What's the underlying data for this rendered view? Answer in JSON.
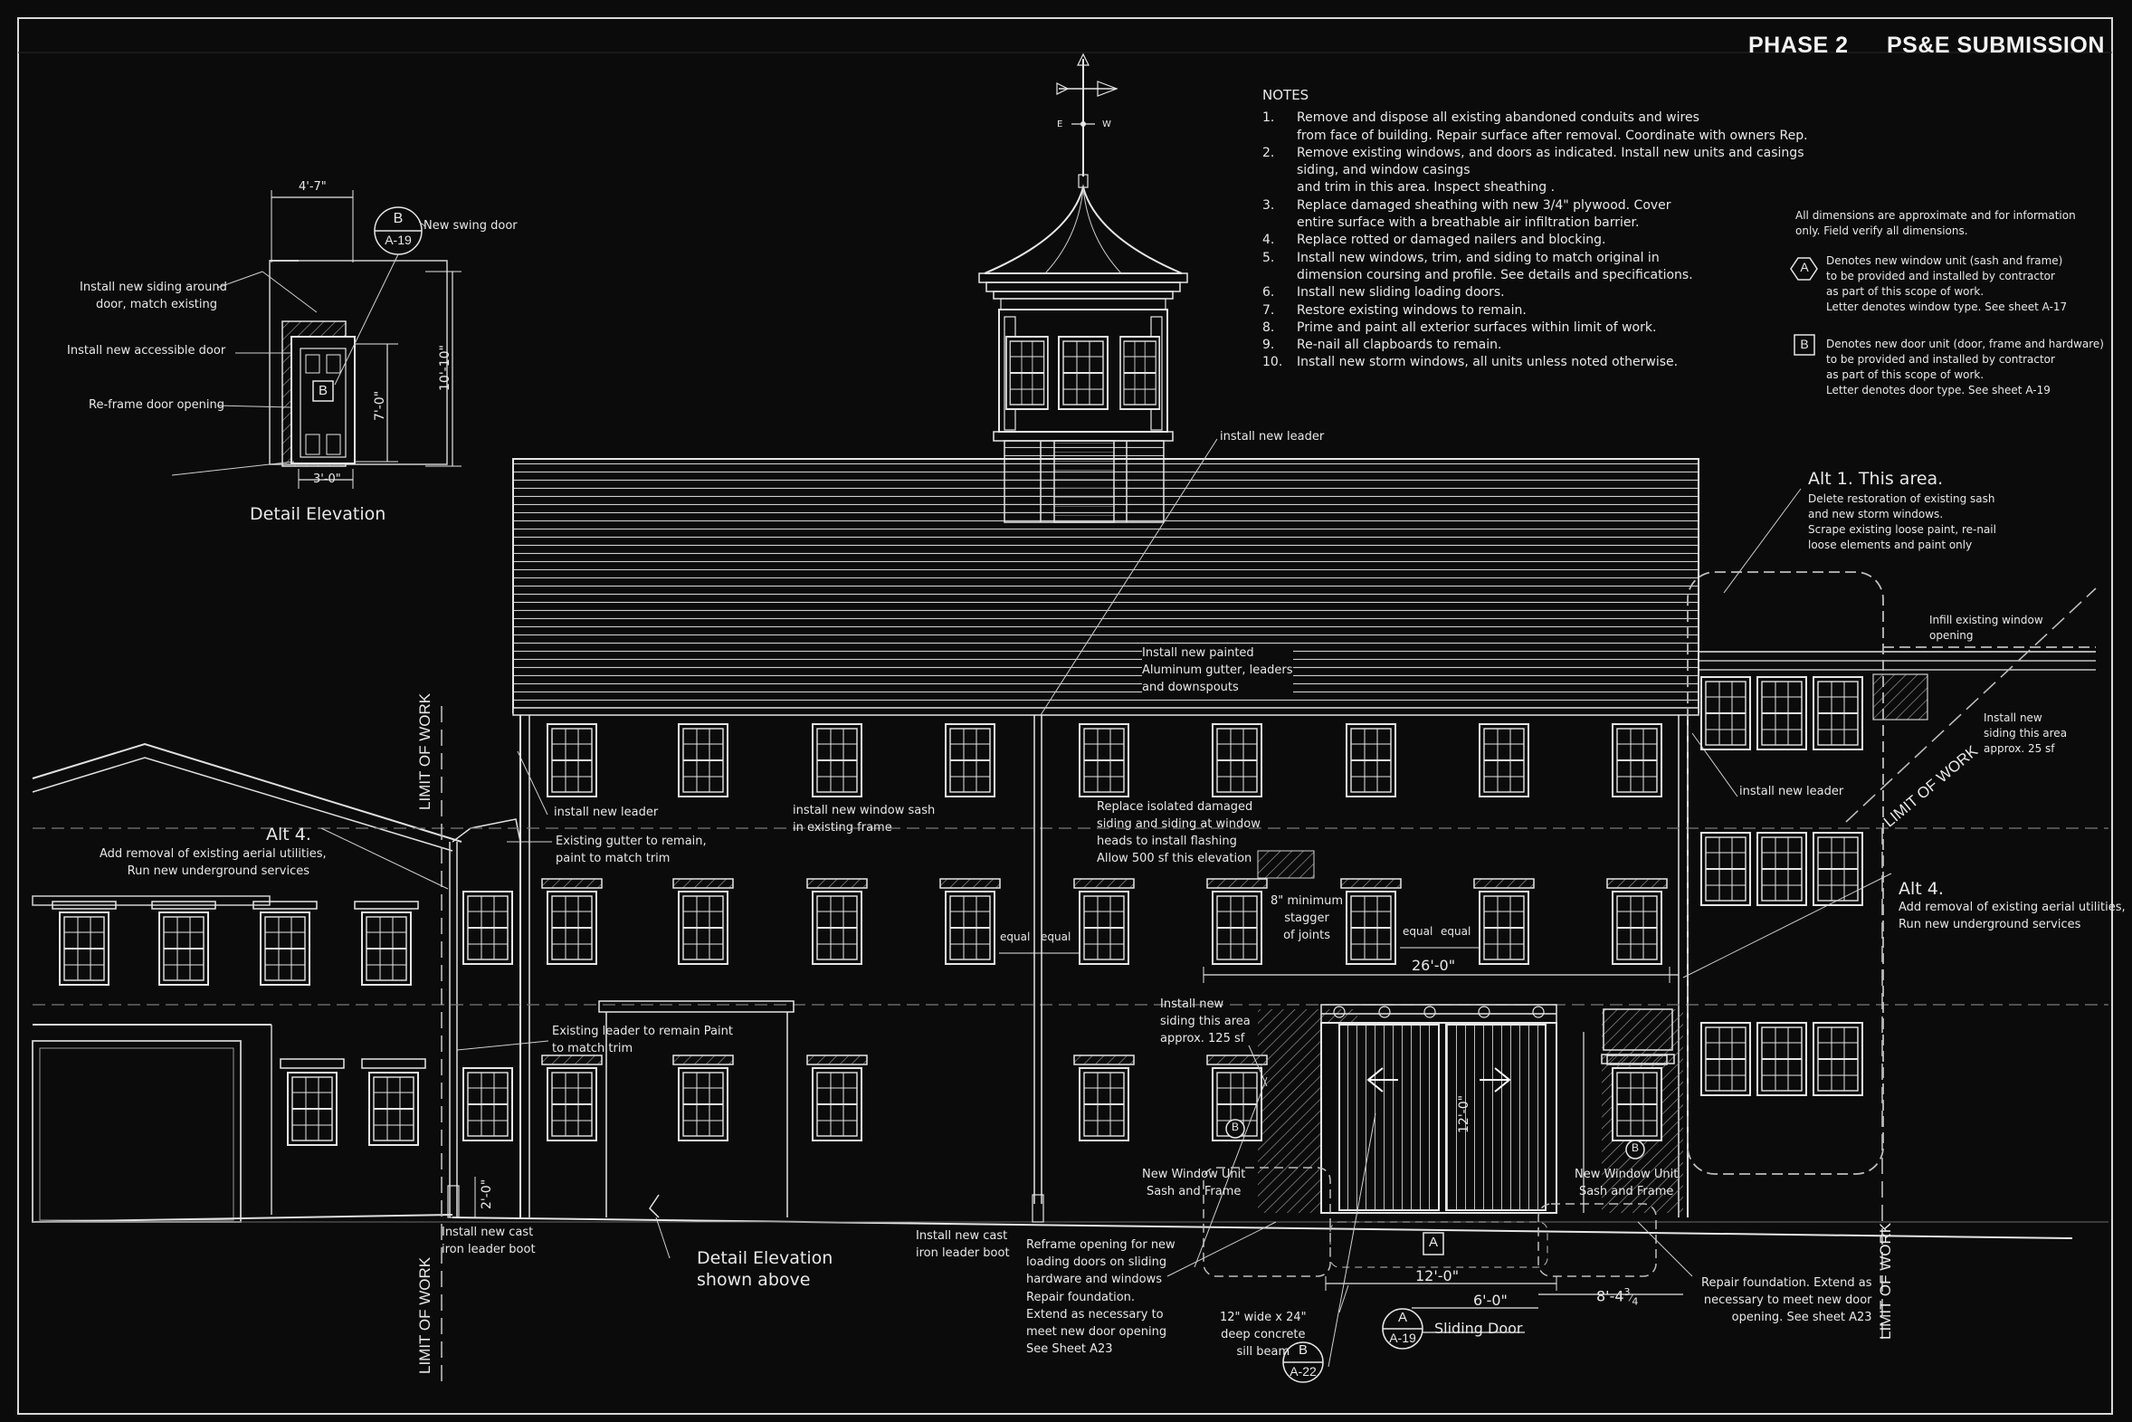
{
  "header": {
    "phase": "PHASE 2",
    "submission": "PS&E SUBMISSION"
  },
  "notes": {
    "title": "NOTES",
    "items": [
      {
        "num": "1.",
        "lines": [
          "Remove and dispose all existing abandoned conduits and wires",
          "from face of building. Repair surface after removal. Coordinate with owners Rep."
        ]
      },
      {
        "num": "2.",
        "lines": [
          "Remove existing windows, and doors as indicated. Install new units and casings",
          "siding, and window casings",
          "and trim in this area. Inspect sheathing ."
        ]
      },
      {
        "num": "3.",
        "lines": [
          "Replace damaged sheathing with new 3/4\" plywood. Cover",
          "entire surface with a breathable air infiltration barrier."
        ]
      },
      {
        "num": "4.",
        "lines": [
          "Replace rotted or damaged nailers and blocking."
        ]
      },
      {
        "num": "5.",
        "lines": [
          "Install new windows, trim, and siding to match original in",
          "dimension coursing and profile. See details and specifications."
        ]
      },
      {
        "num": "6.",
        "lines": [
          "Install new sliding loading doors."
        ]
      },
      {
        "num": "7.",
        "lines": [
          "Restore existing windows to remain."
        ]
      },
      {
        "num": "8.",
        "lines": [
          "Prime and paint all exterior surfaces within limit of work."
        ]
      },
      {
        "num": "9.",
        "lines": [
          "Re-nail all clapboards to remain."
        ]
      },
      {
        "num": "10.",
        "lines": [
          "Install new storm windows, all units unless noted otherwise."
        ]
      }
    ]
  },
  "legend": {
    "dims_line1": "All dimensions are approximate and for information",
    "dims_line2": "only. Field verify all dimensions.",
    "window_symbol": "A",
    "window_lines": [
      "Denotes new window unit (sash and frame)",
      "to be provided and installed by contractor",
      "as part of this scope of work.",
      "Letter denotes window type. See sheet A-17"
    ],
    "door_symbol": "B",
    "door_lines": [
      "Denotes new door unit (door, frame and hardware)",
      "to be provided and installed by contractor",
      "as part of this scope of work.",
      "Letter denotes door type. See sheet A-19"
    ]
  },
  "detail": {
    "title": "Detail Elevation",
    "width_top": "4'-7\"",
    "width_bottom": "3'-0\"",
    "height_door": "7'-0\"",
    "height_total": "10'-10\"",
    "tag_letter": "B",
    "tag_sheet": "A-19",
    "door_tag": "B",
    "new_swing_door": "New swing door",
    "siding_note_1": "Install new siding around",
    "siding_note_2": "door, match existing",
    "accessible_door": "Install new accessible door",
    "reframe": "Re-frame door opening"
  },
  "callouts": {
    "weather_e": "E",
    "weather_w": "W",
    "install_leader_top": "install new leader",
    "gutter_1": "Install new painted",
    "gutter_2": "Aluminum gutter, leaders",
    "gutter_3": "and downspouts",
    "alt1_title": "Alt 1. This area.",
    "alt1_lines": [
      "Delete restoration of existing sash",
      "and new storm windows.",
      "Scrape existing loose paint, re-nail",
      "loose elements and paint only"
    ],
    "infill_1": "Infill existing window",
    "infill_2": "opening",
    "siding_right_1": "Install new",
    "siding_right_2": "siding this area",
    "siding_right_3": "approx. 25 sf",
    "leader_right": "install new leader",
    "limit_of_work": "LIMIT OF WORK",
    "leader_left": "install new leader",
    "window_sash_1": "install new window sash",
    "window_sash_2": "in existing frame",
    "replace_1": "Replace isolated damaged",
    "replace_2": "siding and siding at window",
    "replace_3": "heads to install flashing",
    "replace_4": "Allow 500 sf this elevation",
    "stagger_1": "8\" minimum",
    "stagger_2": "stagger",
    "stagger_3": "of joints",
    "equal": "equal",
    "alt4_title": "Alt 4.",
    "alt4_1": "Add removal of existing aerial utilities,",
    "alt4_2": "Run new underground services",
    "gutter_remain_1": "Existing gutter to remain,",
    "gutter_remain_2": "paint to match trim",
    "dim_26": "26'-0\"",
    "siding_mid_1": "Install new",
    "siding_mid_2": "siding this area",
    "siding_mid_3": "approx. 125 sf",
    "leader_remain_1": "Existing leader to remain Paint",
    "leader_remain_2": "to match trim",
    "dim_12_door": "12'-0\"",
    "new_window_1": "New Window Unit",
    "new_window_2": "Sash and Frame",
    "tag_b": "B",
    "dim_2": "2'-0\"",
    "boot_1": "Install new cast",
    "boot_2": "iron leader boot",
    "detail_elev_1": "Detail Elevation",
    "detail_elev_2": "shown above",
    "reframe_1": "Reframe opening for new",
    "reframe_2": "loading doors on sliding",
    "reframe_3": "hardware and windows",
    "repair_l_1": "Repair foundation.",
    "repair_l_2": "Extend as necessary to",
    "repair_l_3": "meet new door opening",
    "repair_l_4": "See Sheet A23",
    "tag_a": "A",
    "dim_12": "12'-0\"",
    "dim_6": "6'-0\"",
    "dim_8": "8'-4",
    "dim_8_num": "3",
    "dim_8_den": "4",
    "repair_r_1": "Repair foundation. Extend as",
    "repair_r_2": "necessary to meet new door",
    "repair_r_3": "opening. See sheet A23",
    "sill_1": "12\" wide x 24\"",
    "sill_2": "deep concrete",
    "sill_3": "sill beam",
    "sill_tag": "B",
    "sill_sheet": "A-22",
    "sliding_tag": "A",
    "sliding_sheet": "A-19",
    "sliding_door": "Sliding Door"
  }
}
